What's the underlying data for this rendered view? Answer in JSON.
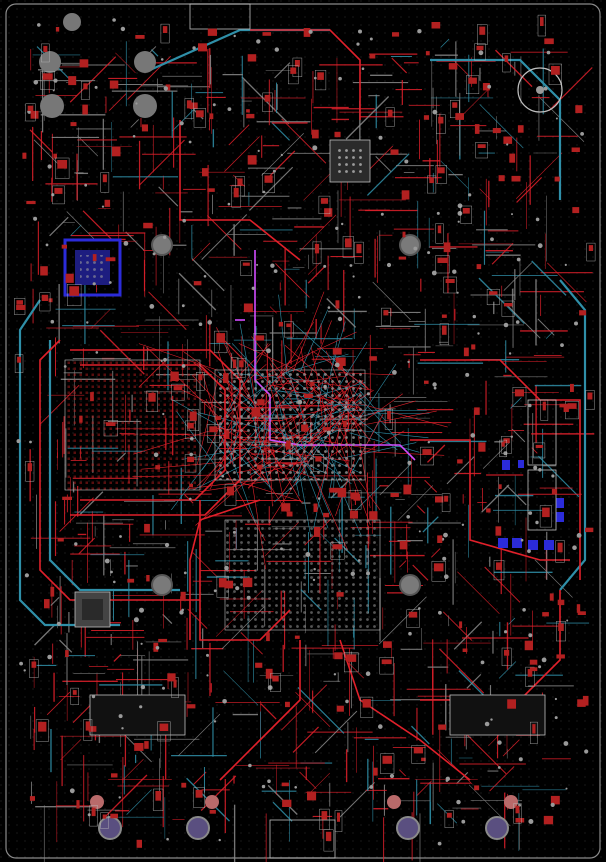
{
  "view": {
    "kind": "PCB layout editor canvas",
    "background": "#000000",
    "grid_dots": "#2a2a2a",
    "outline": "#8a8a8a"
  },
  "layers": {
    "top_copper": "#e0202a",
    "bottom_copper": "#2f8fa8",
    "inner_copper": "#8a8a8a",
    "highlight_net": "#d24cff",
    "silkscreen": "#bdbdbd",
    "pad": "#b22020",
    "via_ring": "#9a9a9a",
    "hole": "#5a4f80",
    "mounting_hole": "#808080",
    "blue_pad": "#2b2bd9"
  },
  "components": {
    "main_processor": "bga-cpu",
    "ram_chip": "bga-ram",
    "connectors_bottom": 4,
    "mounting_holes": 4
  }
}
